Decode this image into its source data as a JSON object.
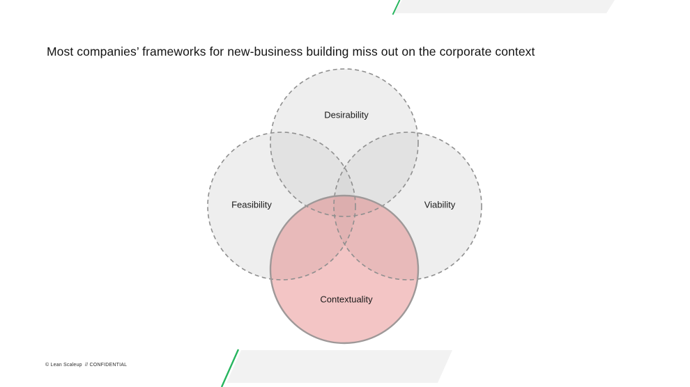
{
  "slide": {
    "title": "Most companies’ frameworks for new-business building miss out on the corporate context",
    "footer": "© Lean Scaleup  // CONFIDENTIAL"
  },
  "venn": {
    "type": "venn-diagram",
    "circles": [
      {
        "id": "desirability",
        "label": "Desirability",
        "border": "dashed",
        "fill": "light-gray",
        "highlighted": false
      },
      {
        "id": "feasibility",
        "label": "Feasibility",
        "border": "dashed",
        "fill": "light-gray",
        "highlighted": false
      },
      {
        "id": "viability",
        "label": "Viability",
        "border": "dashed",
        "fill": "light-gray",
        "highlighted": false
      },
      {
        "id": "contextuality",
        "label": "Contextuality",
        "border": "solid",
        "fill": "pink",
        "highlighted": true
      }
    ]
  },
  "colors": {
    "accent_green": "#26b55e",
    "highlight_pink_fill": "#f2c5c5",
    "highlight_circle_stroke": "#9e9898",
    "gray_circle_fill": "#efefef",
    "dash_stroke_gray": "#8f8f8f",
    "banner_gray": "#f2f2f2",
    "title_text": "#141414"
  }
}
